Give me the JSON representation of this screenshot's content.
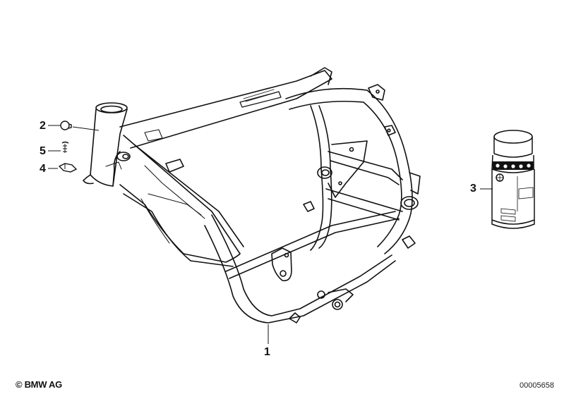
{
  "diagram": {
    "title": "Motorcycle frame exploded parts view",
    "parts": [
      {
        "number": "1",
        "name": "frame"
      },
      {
        "number": "2",
        "name": "plug"
      },
      {
        "number": "3",
        "name": "spray-paint-can"
      },
      {
        "number": "4",
        "name": "clip-nut"
      },
      {
        "number": "5",
        "name": "screw"
      }
    ],
    "callouts": {
      "part1": "1",
      "part2": "2",
      "part3": "3",
      "part4": "4",
      "part5": "5"
    }
  },
  "footer": {
    "copyright": "© BMW AG",
    "document_id": "00005658"
  },
  "colors": {
    "line": "#111111",
    "background": "#ffffff"
  }
}
